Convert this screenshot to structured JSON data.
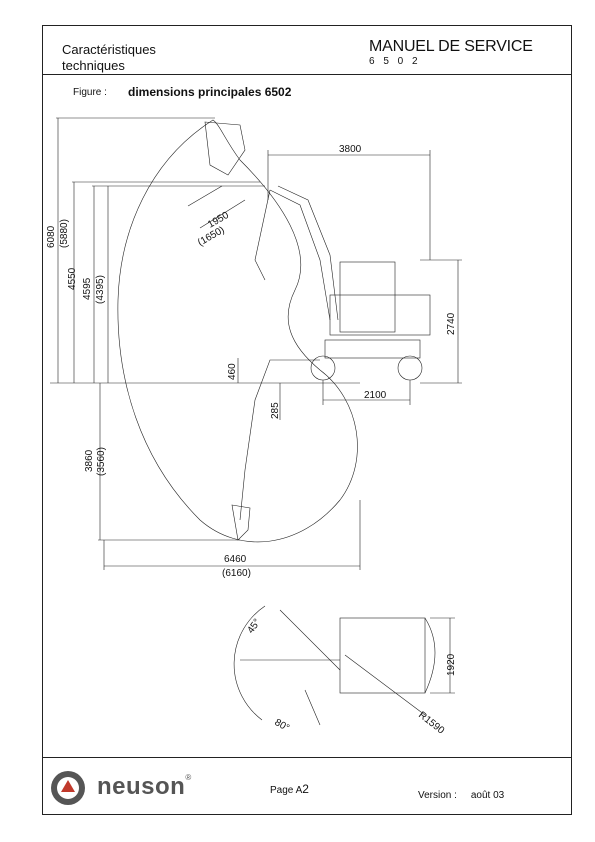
{
  "header": {
    "section_line1": "Caractéristiques",
    "section_line2": "techniques",
    "manual_title": "MANUEL DE SERVICE",
    "model": "6 5 0 2"
  },
  "figure": {
    "label": "Figure :",
    "title": "dimensions  principales  6502"
  },
  "dimensions": {
    "d6080": "6080",
    "d5880": "(5880)",
    "d4550": "4550",
    "d4595": "4595",
    "d4395": "(4395)",
    "d3800": "3800",
    "d1950": "1950",
    "d1650": "(1650)",
    "d2740": "2740",
    "d460": "460",
    "d285": "285",
    "d2100": "2100",
    "d3860": "3860",
    "d3560": "(3560)",
    "d6460": "6460",
    "d6160": "(6160)",
    "a45": "45°",
    "a80": "80°",
    "d1920": "1920",
    "r1590": "R1590"
  },
  "footer": {
    "brand": "neuson",
    "brand_mark": "®",
    "page_label": "Page A",
    "page_number": "2",
    "version_label": "Version :",
    "version_value": "août 03"
  }
}
